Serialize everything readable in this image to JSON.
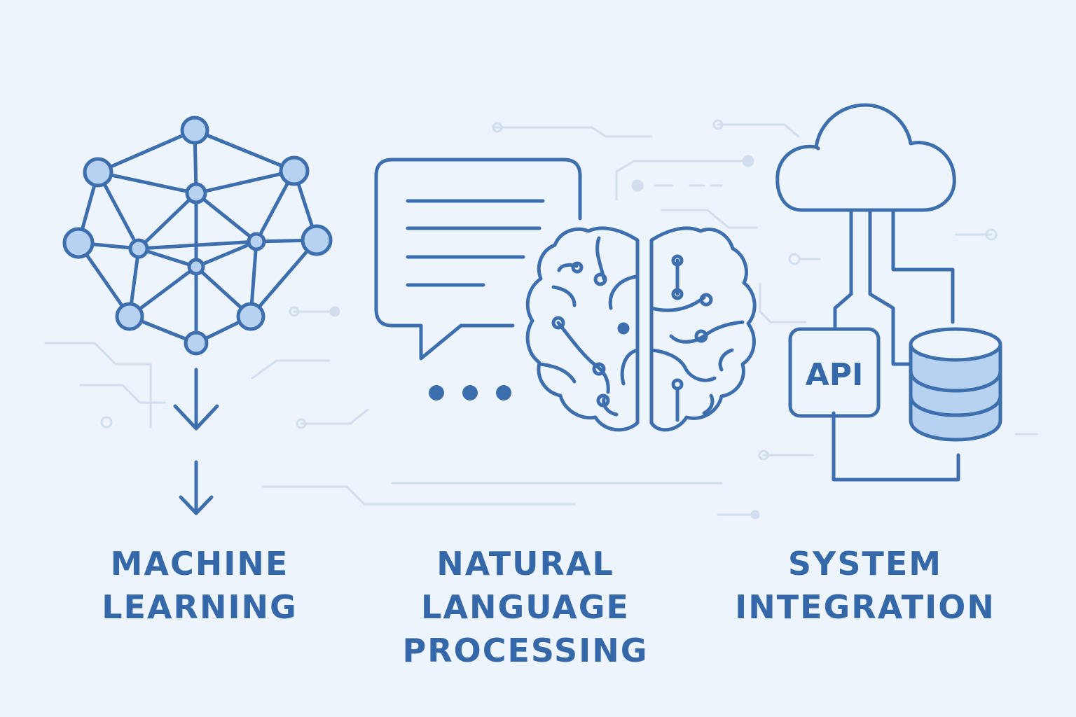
{
  "colors": {
    "background": "#eef4fb",
    "stroke": "#3d6ead",
    "node_fill": "#b7d1f0",
    "circuit": "#cfdcec"
  },
  "icons": [
    "neural-network-icon",
    "down-arrow-icon",
    "speech-bubble-icon",
    "brain-icon",
    "cloud-icon",
    "api-box-icon",
    "database-icon"
  ],
  "sections": [
    {
      "id": "ml",
      "lines": [
        "MACHINE",
        "LEARNING"
      ]
    },
    {
      "id": "nlp",
      "lines": [
        "NATURAL",
        "LANGUAGE",
        "PROCESSING"
      ]
    },
    {
      "id": "si",
      "lines": [
        "SYSTEM",
        "INTEGRATION"
      ]
    }
  ],
  "api_label": "API"
}
